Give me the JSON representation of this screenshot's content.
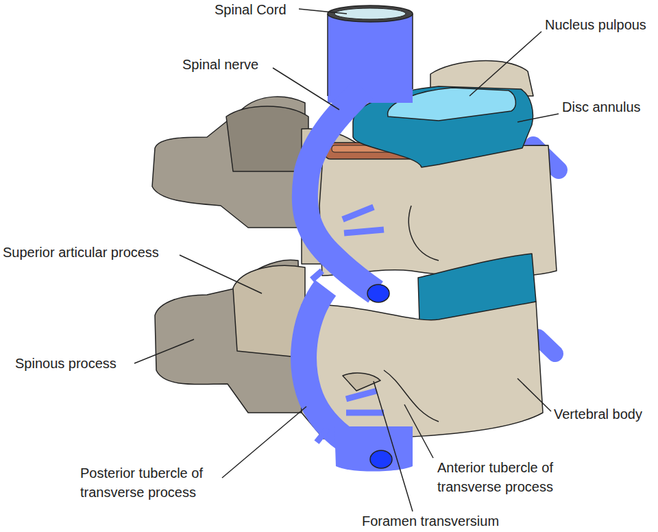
{
  "diagram": {
    "labels": [
      "Spinal Cord",
      "Nucleus pulpous",
      "Spinal nerve",
      "Disc annulus",
      "Superior articular process",
      "Spinous process",
      "Vertebral body",
      "Posterior tubercle of transverse process",
      "Anterior tubercle of transverse process",
      "Foramen transversium"
    ]
  }
}
